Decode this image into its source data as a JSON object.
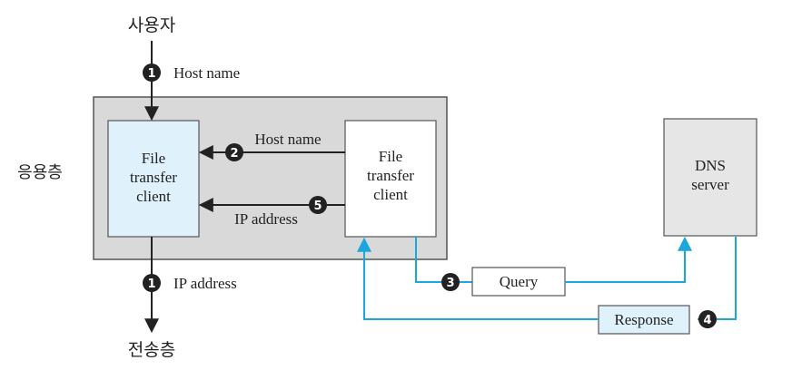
{
  "labels": {
    "user": "사용자",
    "application_layer": "응용층",
    "transport_layer": "전송층",
    "host_name_top": "Host name",
    "host_name_inner": "Host name",
    "ip_address_inner": "IP address",
    "ip_address_bottom": "IP address"
  },
  "boxes": {
    "client_left": [
      "File",
      "transfer",
      "client"
    ],
    "client_right": [
      "File",
      "transfer",
      "client"
    ],
    "dns_server": [
      "DNS",
      "server"
    ],
    "query": "Query",
    "response": "Response"
  },
  "steps": {
    "s1_top": "1",
    "s2": "2",
    "s5": "5",
    "s1_bottom": "1",
    "s3": "3",
    "s4": "4"
  },
  "colors": {
    "outer_box_fill": "#d9d9d9",
    "light_blue_fill": "#dff1fb",
    "cyan_line": "#1ba6dc",
    "dns_fill": "#e6e6e6",
    "dark": "#222222"
  }
}
